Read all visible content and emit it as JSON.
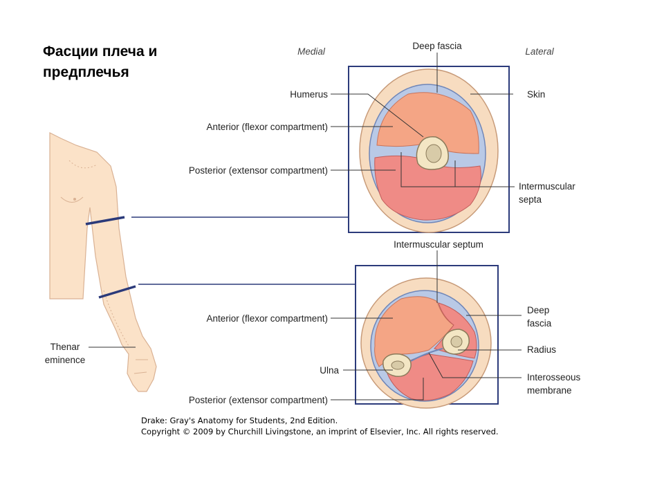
{
  "title": [
    "Фасции плеча и",
    "предплечья"
  ],
  "upper": {
    "medial": "Medial",
    "lateral": "Lateral",
    "deep_fascia": "Deep fascia",
    "humerus": "Humerus",
    "skin": "Skin",
    "anterior": "Anterior (flexor compartment)",
    "posterior": "Posterior (extensor compartment)",
    "intermuscular_septa": [
      "Intermuscular",
      "septa"
    ]
  },
  "lower": {
    "intermuscular_septum": "Intermuscular septum",
    "anterior": "Anterior (flexor compartment)",
    "deep_fascia": [
      "Deep",
      "fascia"
    ],
    "radius": "Radius",
    "ulna": "Ulna",
    "interosseous_membrane": [
      "Interosseous",
      "membrane"
    ],
    "posterior": "Posterior (extensor compartment)"
  },
  "arm": {
    "thenar": [
      "Thenar",
      "eminence"
    ]
  },
  "credit": [
    "Drake: Gray's Anatomy for Students, 2nd Edition.",
    "Copyright © 2009 by Churchill Livingstone, an imprint of Elsevier, Inc. All rights reserved."
  ],
  "colors": {
    "frame": "#2b3a7a",
    "skin": "#f7dcc0",
    "fascia": "#b9c9e6",
    "anterior": "#f4a585",
    "posterior": "#ef8b86",
    "bone": "#f3e6c4",
    "arm": "#fbe2c8"
  }
}
